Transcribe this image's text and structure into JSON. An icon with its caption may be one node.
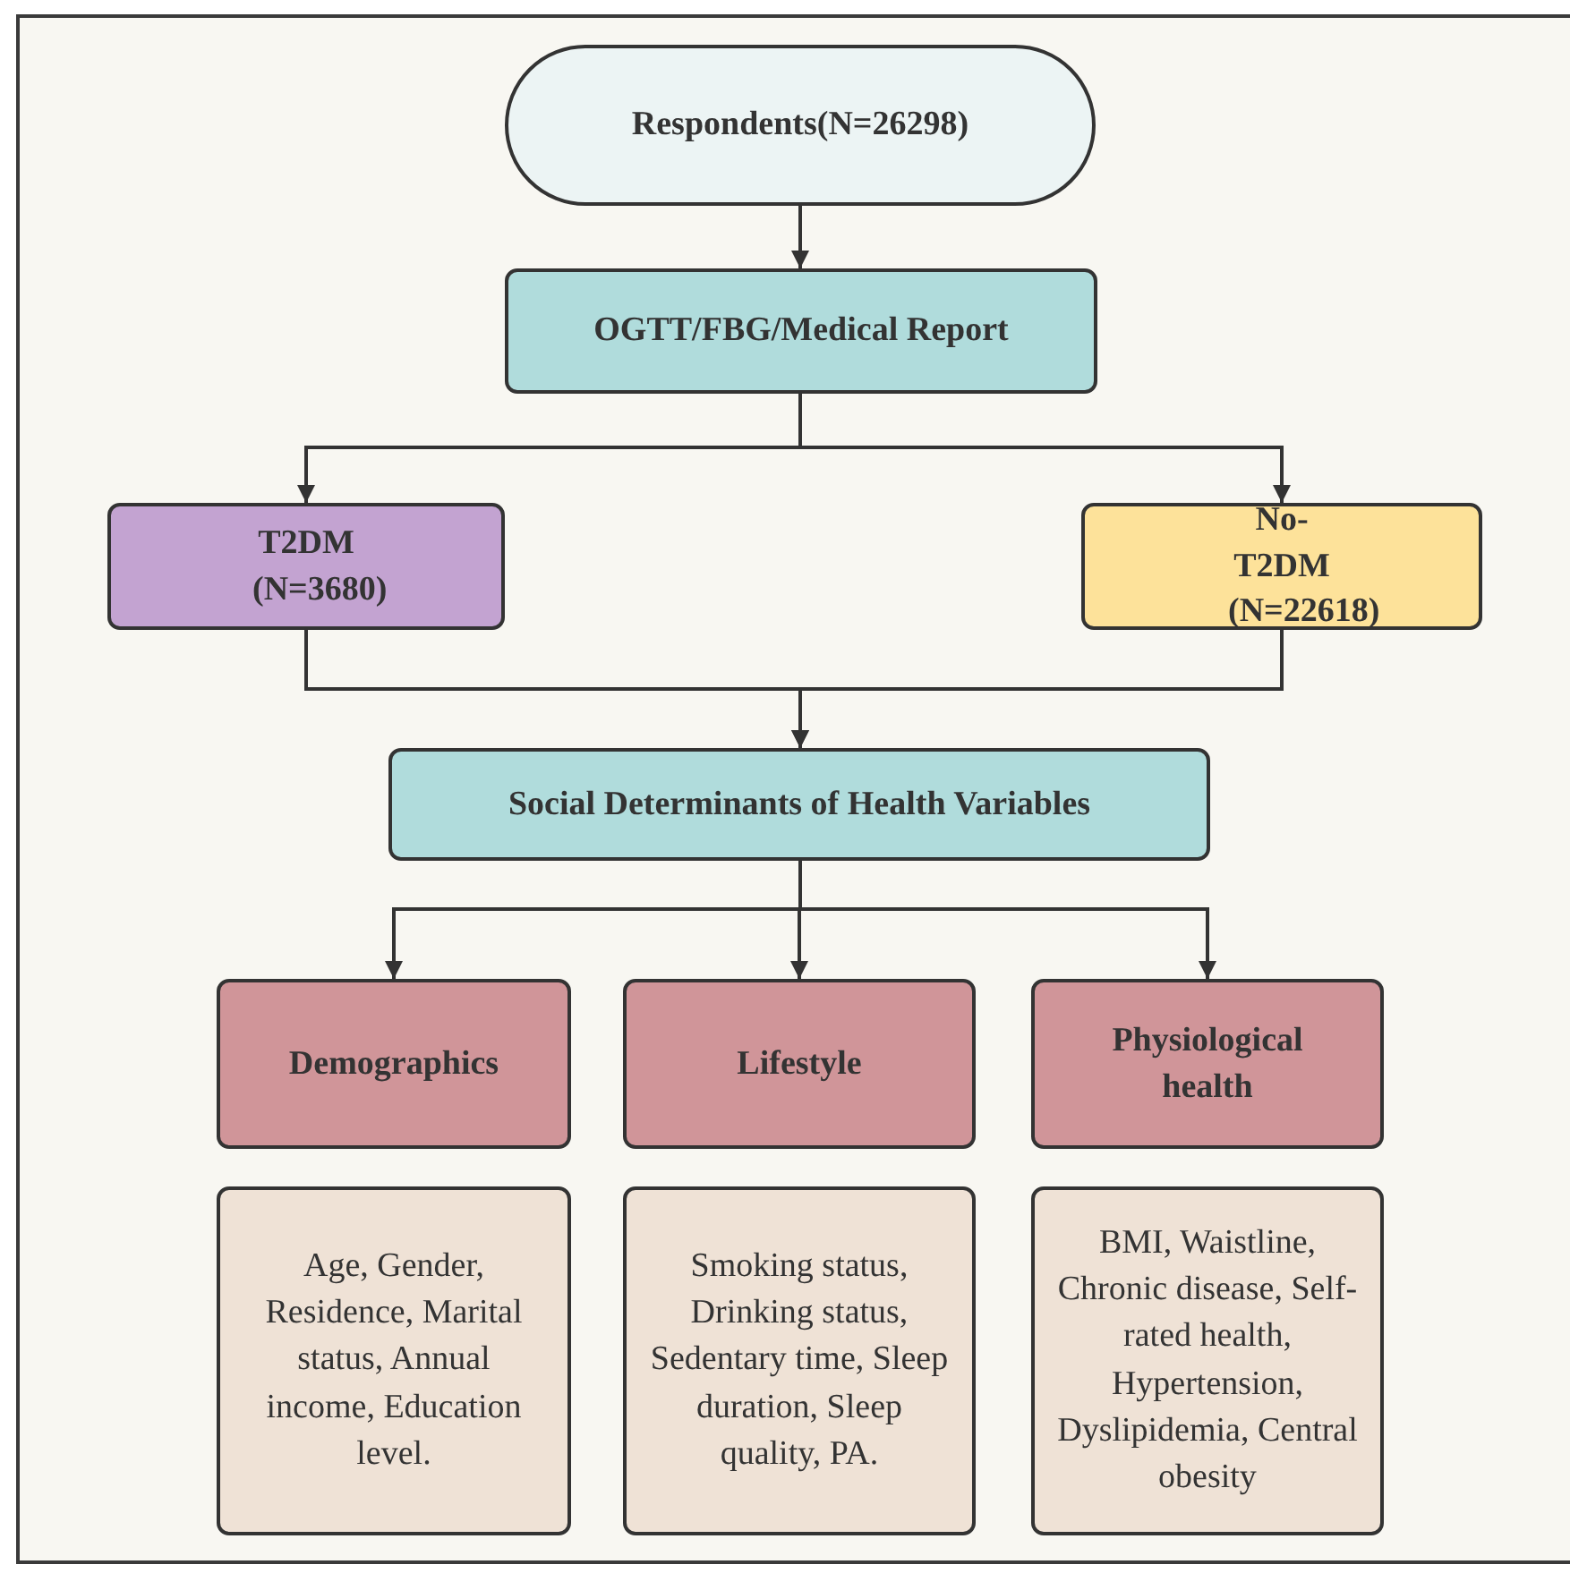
{
  "diagram": {
    "nodes": [
      {
        "text": [
          "Respondents(N=26298)"
        ]
      },
      {
        "text": [
          "OGTT/FBG/Medical Report"
        ]
      },
      {
        "text": [
          "T2DM (N=3680)"
        ]
      },
      {
        "text": [
          "No-T2DM (N=22618)"
        ]
      },
      {
        "text": [
          "Social Determinants of Health Variables"
        ]
      },
      {
        "text": [
          "Demographics"
        ]
      },
      {
        "text": [
          "Lifestyle"
        ]
      },
      {
        "text": [
          "Physiological health"
        ]
      },
      {
        "text": [
          "Age, Gender, Residence, Marital status, Annual income, Education level."
        ]
      },
      {
        "text": [
          "Smoking status, Drinking status, Sedentary time, Sleep duration, Sleep quality, PA."
        ]
      },
      {
        "text": [
          "BMI, Waistline, Chronic disease, Self-rated health, Hypertension, Dyslipidemia, Central obesity"
        ]
      }
    ],
    "edges": [
      {
        "from": 0,
        "to": 1,
        "arrow": "to"
      },
      {
        "from": 1,
        "to": 2,
        "arrow": "to"
      },
      {
        "from": 1,
        "to": 3,
        "arrow": "to"
      },
      {
        "from": 2,
        "to": 4,
        "arrow": "to"
      },
      {
        "from": 3,
        "to": 4,
        "arrow": "to"
      },
      {
        "from": 4,
        "to": 5,
        "arrow": "to"
      },
      {
        "from": 4,
        "to": 6,
        "arrow": "to"
      },
      {
        "from": 4,
        "to": 7,
        "arrow": "to"
      }
    ]
  }
}
